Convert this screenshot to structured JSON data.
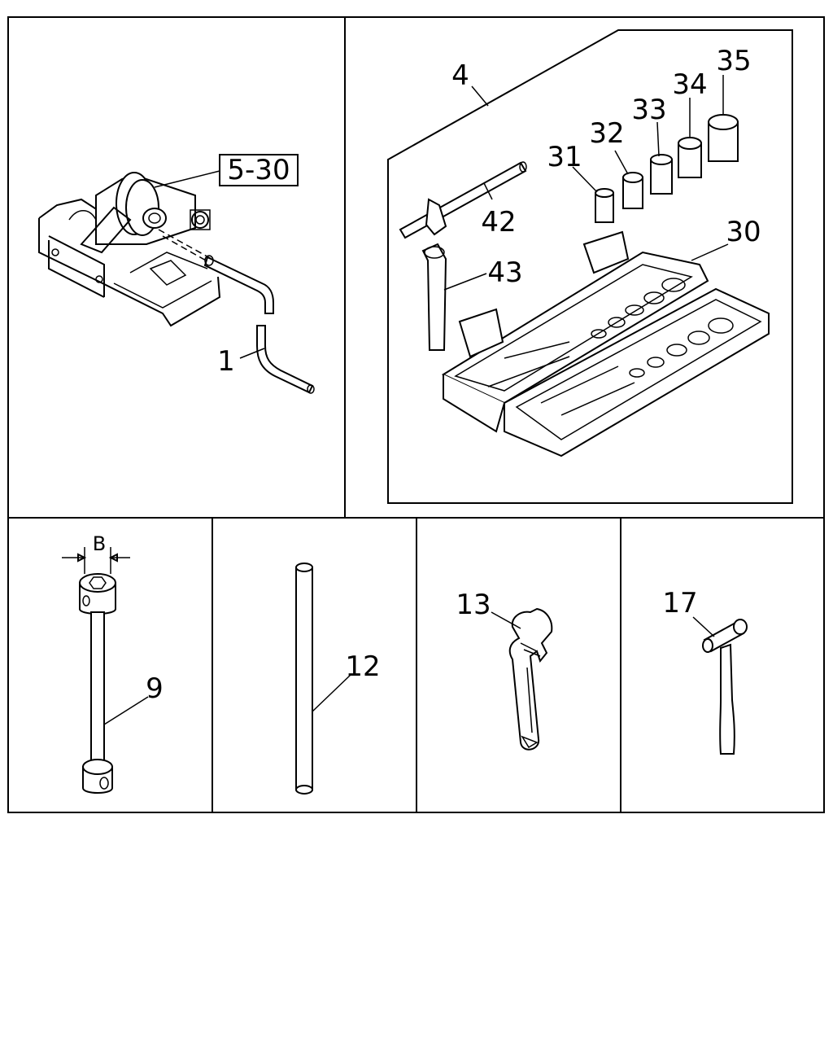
{
  "callouts": {
    "ref_5_30": "5-30",
    "p1": "1",
    "p4": "4",
    "p30": "30",
    "p31": "31",
    "p32": "32",
    "p33": "33",
    "p34": "34",
    "p35": "35",
    "p42": "42",
    "p43": "43",
    "dimB": "B",
    "p9": "9",
    "p12": "12",
    "p13": "13",
    "p17": "17"
  }
}
